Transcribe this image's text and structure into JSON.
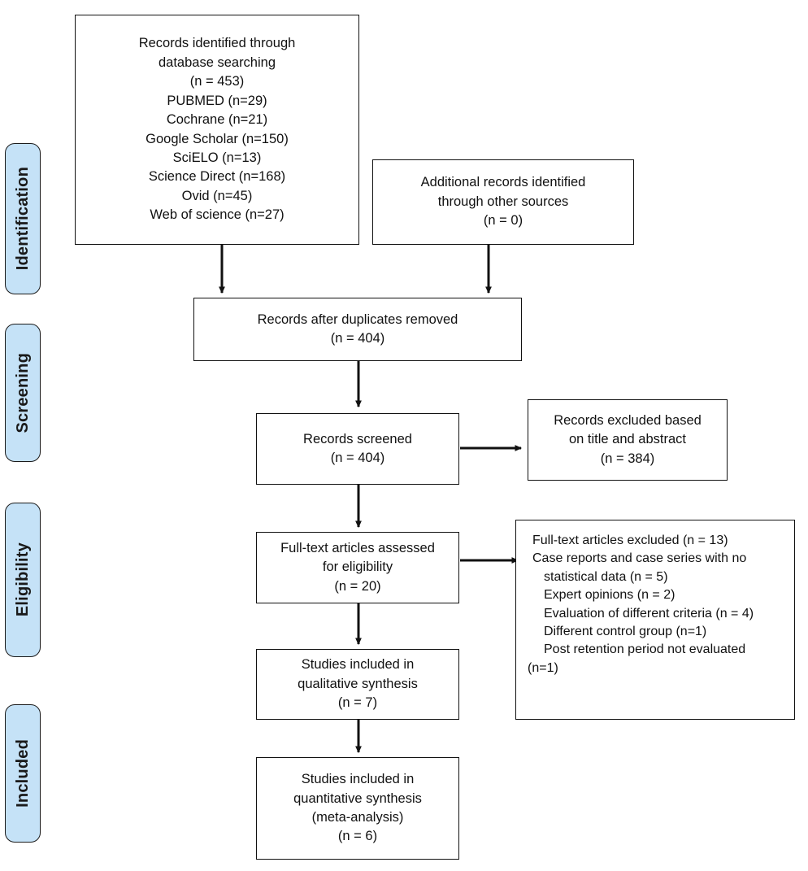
{
  "diagram": {
    "title": "PRISMA study selection flow diagram",
    "accent_color": "#c5e2f7",
    "border_color": "#111111"
  },
  "stages": [
    {
      "id": "identification",
      "label": "Identification"
    },
    {
      "id": "screening",
      "label": "Screening"
    },
    {
      "id": "eligibility",
      "label": "Eligibility"
    },
    {
      "id": "included",
      "label": "Included"
    }
  ],
  "boxes": {
    "records_identified": {
      "name": "records-identified-through-database-searching",
      "lines": [
        "Records identified through",
        "database searching",
        "(n = 453)",
        "PUBMED (n=29)",
        "Cochrane (n=21)",
        "Google Scholar (n=150)",
        "SciELO (n=13)",
        "Science Direct (n=168)",
        "Ovid (n=45)",
        "Web of science (n=27)"
      ]
    },
    "additional_records": {
      "name": "additional-records-identified-through-other-sources",
      "lines": [
        "Additional records identified",
        "through other sources",
        "(n = 0)"
      ]
    },
    "duplicates_removed": {
      "name": "records-after-duplicates-removed",
      "lines": [
        "Records after duplicates removed",
        "(n = 404)"
      ]
    },
    "records_screened": {
      "name": "records-screened",
      "lines": [
        "Records screened",
        "(n = 404)"
      ]
    },
    "records_excluded": {
      "name": "records-excluded-based-on-title-and-abstract",
      "lines": [
        "Records excluded based",
        "on title and abstract",
        "(n = 384)"
      ]
    },
    "fulltext_assessed": {
      "name": "full-text-articles-assessed-for-eligibility",
      "lines": [
        "Full-text articles assessed",
        "for eligibility",
        "(n = 20)"
      ]
    },
    "fulltext_excluded": {
      "name": "full-text-articles-excluded",
      "lines": [
        "Full-text articles excluded (n = 13)",
        "Case reports and case series with no",
        "statistical data (n = 5)",
        "Expert opinions (n = 2)",
        "Evaluation of different criteria (n = 4)",
        "Different control group (n=1)",
        "Post retention period not evaluated",
        "(n=1)"
      ],
      "indents": [
        0,
        1,
        2,
        2,
        2,
        2,
        2,
        0
      ]
    },
    "qualitative_synthesis": {
      "name": "studies-included-in-qualitative-synthesis",
      "lines": [
        "Studies included in",
        "qualitative synthesis",
        "(n = 7)"
      ]
    },
    "quantitative_synthesis": {
      "name": "studies-included-in-quantitative-synthesis",
      "lines": [
        "Studies included in",
        "quantitative synthesis",
        "(meta-analysis)",
        "(n = 6)"
      ]
    }
  },
  "counts": {
    "identified_total": 453,
    "pubmed": 29,
    "cochrane": 21,
    "google_scholar": 150,
    "scielo": 13,
    "science_direct": 168,
    "ovid": 45,
    "web_of_science": 27,
    "additional_records": 0,
    "after_duplicates": 404,
    "screened": 404,
    "excluded_title_abstract": 384,
    "fulltext_assessed": 20,
    "fulltext_excluded": 13,
    "excluded_case_reports": 5,
    "excluded_expert_opinions": 2,
    "excluded_different_criteria": 4,
    "excluded_different_control": 1,
    "excluded_post_retention": 1,
    "qualitative": 7,
    "quantitative": 6
  }
}
